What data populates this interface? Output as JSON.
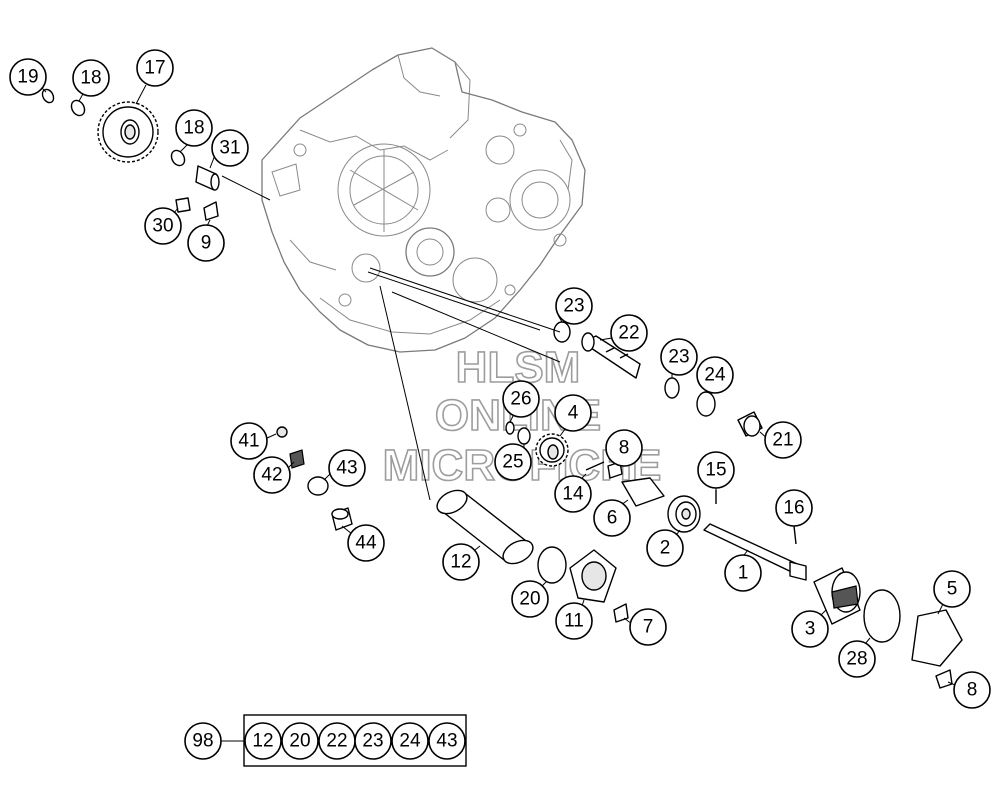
{
  "watermark": {
    "line1": "HLSM",
    "line2": "ONLINE",
    "line3": "MICROFICHE"
  },
  "callouts": [
    {
      "id": "c19",
      "label": "19"
    },
    {
      "id": "c18a",
      "label": "18"
    },
    {
      "id": "c17",
      "label": "17"
    },
    {
      "id": "c18b",
      "label": "18"
    },
    {
      "id": "c31",
      "label": "31"
    },
    {
      "id": "c30",
      "label": "30"
    },
    {
      "id": "c9",
      "label": "9"
    },
    {
      "id": "c23a",
      "label": "23"
    },
    {
      "id": "c22",
      "label": "22"
    },
    {
      "id": "c23b",
      "label": "23"
    },
    {
      "id": "c24",
      "label": "24"
    },
    {
      "id": "c26",
      "label": "26"
    },
    {
      "id": "c4",
      "label": "4"
    },
    {
      "id": "c21",
      "label": "21"
    },
    {
      "id": "c8a",
      "label": "8"
    },
    {
      "id": "c25",
      "label": "25"
    },
    {
      "id": "c41",
      "label": "41"
    },
    {
      "id": "c42",
      "label": "42"
    },
    {
      "id": "c43",
      "label": "43"
    },
    {
      "id": "c15",
      "label": "15"
    },
    {
      "id": "c14",
      "label": "14"
    },
    {
      "id": "c6",
      "label": "6"
    },
    {
      "id": "c16",
      "label": "16"
    },
    {
      "id": "c44",
      "label": "44"
    },
    {
      "id": "c12",
      "label": "12"
    },
    {
      "id": "c2",
      "label": "2"
    },
    {
      "id": "c1",
      "label": "1"
    },
    {
      "id": "c5",
      "label": "5"
    },
    {
      "id": "c20",
      "label": "20"
    },
    {
      "id": "c11",
      "label": "11"
    },
    {
      "id": "c7",
      "label": "7"
    },
    {
      "id": "c3",
      "label": "3"
    },
    {
      "id": "c28",
      "label": "28"
    },
    {
      "id": "c8b",
      "label": "8"
    }
  ],
  "kit": {
    "label": "98",
    "items": [
      "12",
      "20",
      "22",
      "23",
      "24",
      "43"
    ]
  }
}
